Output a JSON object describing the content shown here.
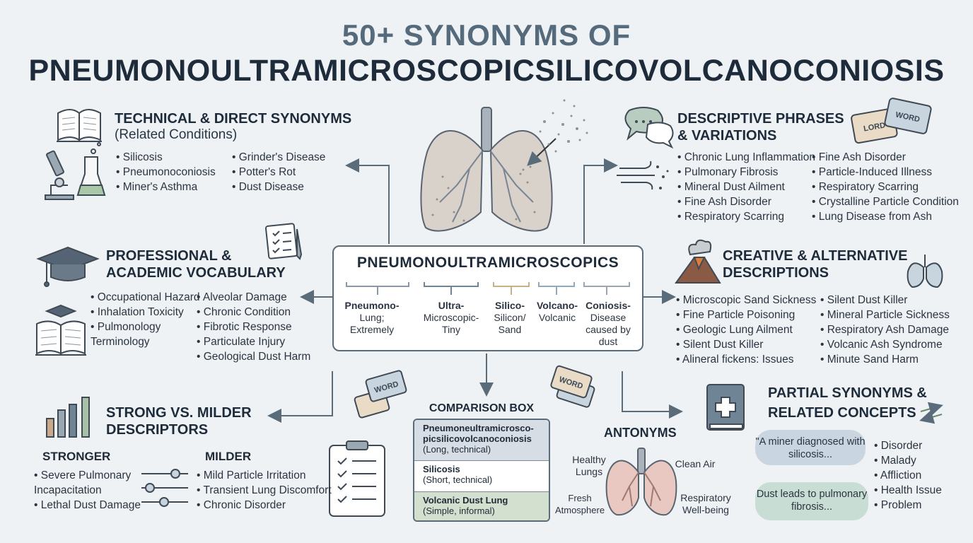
{
  "title": {
    "line1": "50+ SYNONYMS OF",
    "line2": "PNEUMONOULTRAMICROSCOPICSILICOVOLCANOCONIOSIS"
  },
  "technical": {
    "heading": "TECHNICAL & DIRECT SYNONYMS",
    "subheading": "(Related Conditions)",
    "col1": [
      "Silicosis",
      "Pneumonoconiosis",
      "Miner's Asthma"
    ],
    "col2": [
      "Grinder's Disease",
      "Potter's Rot",
      "Dust Disease"
    ]
  },
  "descriptive": {
    "heading_line1": "DESCRIPTIVE PHRASES",
    "heading_line2": "& VARIATIONS",
    "card_front": "WORD",
    "card_back": "LORD",
    "col1": [
      "Chronic Lung Inflammation",
      "Pulmonary Fibrosis",
      "Mineral Dust Ailment",
      "Fine Ash Disorder",
      "Respiratory Scarring"
    ],
    "col2": [
      "Fine Ash Disorder",
      "Particle-Induced Illness",
      "Respiratory Scarring",
      "Crystalline Particle Condition",
      "Lung Disease from Ash"
    ]
  },
  "professional": {
    "heading_line1": "PROFESSIONAL &",
    "heading_line2": "ACADEMIC VOCABULARY",
    "col1": [
      "Occupational Hazard",
      "Inhalation Toxicity",
      "Pulmonology Terminology"
    ],
    "col2": [
      "Alveolar Damage",
      "Chronic Condition",
      "Fibrotic Response",
      "Particulate Injury",
      "Geological Dust Harm"
    ]
  },
  "center": {
    "title": "PNEUMONOULTRAMICROSCOPICS",
    "parts": [
      {
        "term": "Pneumono-",
        "meaning": "Lung; Extremely"
      },
      {
        "term": "Ultra-",
        "meaning": "Microscopic-Tiny"
      },
      {
        "term": "Silico-",
        "meaning": "Silicon/ Sand"
      },
      {
        "term": "Volcano-",
        "meaning": "Volcanic"
      },
      {
        "term": "Coniosis-",
        "meaning": "Disease caused by dust"
      }
    ],
    "colors": [
      "#8a98a6",
      "#6f8596",
      "#c9b183",
      "#8fa9bf",
      "#9aa6b2"
    ]
  },
  "creative": {
    "heading_line1": "CREATIVE & ALTERNATIVE",
    "heading_line2": "DESCRIPTIONS",
    "col1": [
      "Microscopic Sand Sickness",
      "Fine Particle Poisoning",
      "Geologic Lung Ailment",
      "Silent Dust Killer",
      "Alineral  fickens: Issues"
    ],
    "col2": [
      "Silent Dust Killer",
      "Mineral Particle Sickness",
      "Respiratory Ash Damage",
      "Volcanic Ash Syndrome",
      "Minute Sand Harm"
    ]
  },
  "strong_milder": {
    "heading_line1": "STRONG VS. MILDER",
    "heading_line2": "DESCRIPTORS",
    "card": "WORD",
    "stronger_label": "STRONGER",
    "stronger": [
      "Severe Pulmonary Incapacitation",
      "Lethal Dust Damage"
    ],
    "milder_label": "MILDER",
    "milder": [
      "Mild Particle Irritation",
      "Transient Lung Discomfort",
      "Chronic Disorder"
    ]
  },
  "comparison": {
    "title": "COMPARISON BOX",
    "rows": [
      {
        "name": "Pneumoneultramicrosco-picsilicovolcanoconiosis",
        "desc": "(Long, technical)",
        "bg": "#d6dde5"
      },
      {
        "name": "Silicosis",
        "desc": "(Short, technical)",
        "bg": "#ffffff"
      },
      {
        "name": "Volcanic Dust Lung",
        "desc": "(Simple, informal)",
        "bg": "#d3e0cf"
      }
    ]
  },
  "antonyms": {
    "title": "ANTONYMS",
    "card": "WORD",
    "healthy": "Healthy Lungs",
    "clean": "Clean Air",
    "fresh": "Fresh Atmosphere",
    "wellbeing": "Respiratory Well-being"
  },
  "partial": {
    "heading_line1": "PARTIAL SYNONYMS &",
    "heading_line2": "RELATED CONCEPTS",
    "quote1": "\"A miner diagnosed with silicosis...",
    "quote2": "Dust leads to pulmonary fibrosis...",
    "list": [
      "Disorder",
      "Malady",
      "Affliction",
      "Health Issue",
      "Problem"
    ]
  }
}
